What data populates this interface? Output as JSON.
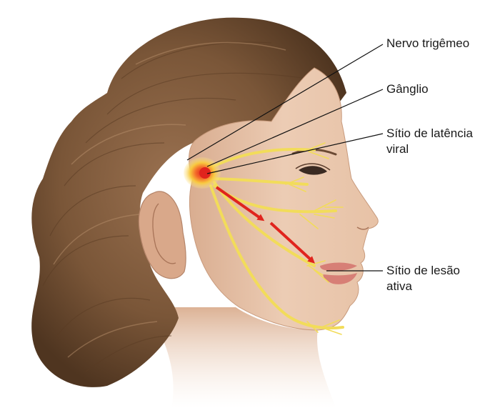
{
  "labels": {
    "trigeminal_nerve": "Nervo trigêmeo",
    "ganglion": "Gânglio",
    "latency_site_line1": "Sítio de latência",
    "latency_site_line2": "viral",
    "lesion_site_line1": "Sítio de lesão",
    "lesion_site_line2": "ativa"
  },
  "colors": {
    "nerve": "#f2dc5a",
    "ganglion_glow": "#f7c23a",
    "lesion_focus": "#e0241d",
    "arrow": "#e0241d",
    "hair": "#7a5638",
    "skin": "#e8c6ad",
    "leader_line": "#111111"
  }
}
